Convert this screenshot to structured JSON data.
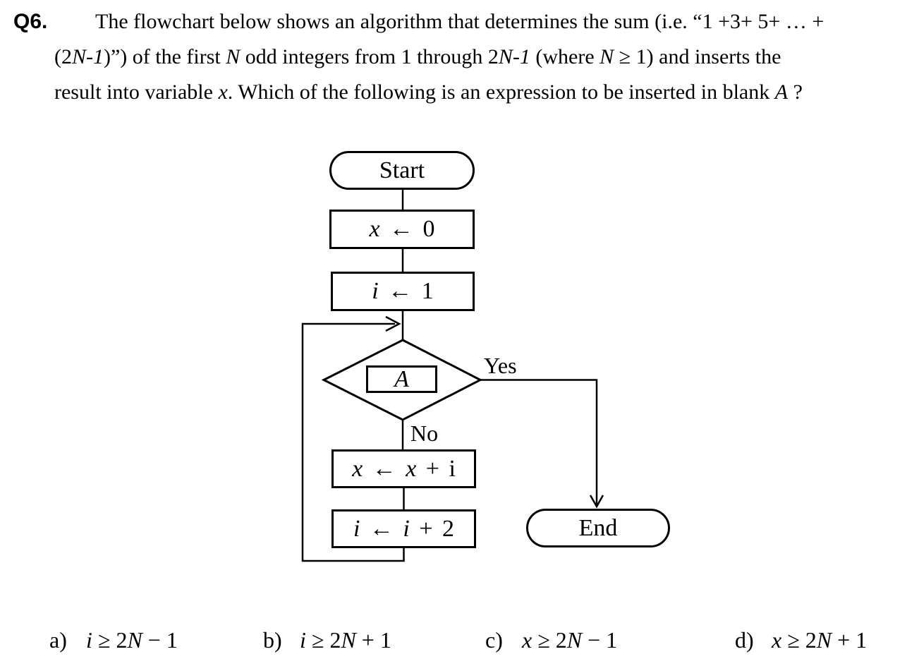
{
  "page": {
    "background": "#ffffff",
    "ink_color": "#000000"
  },
  "question": {
    "number": "Q6.",
    "lines": [
      [
        {
          "t": "The flowchart below shows an algorithm that determines the sum (i.e. “1 +3+ 5+ … +",
          "i": 0
        }
      ],
      [
        {
          "t": "(2",
          "i": 0
        },
        {
          "t": "N-1",
          "i": 1
        },
        {
          "t": ")”) of the first ",
          "i": 0
        },
        {
          "t": "N",
          "i": 1
        },
        {
          "t": " odd integers from 1 through 2",
          "i": 0
        },
        {
          "t": "N-1",
          "i": 1
        },
        {
          "t": " (where ",
          "i": 0
        },
        {
          "t": "N",
          "i": 1
        },
        {
          "t": " ≥ 1) and inserts the",
          "i": 0
        }
      ],
      [
        {
          "t": "result into variable ",
          "i": 0
        },
        {
          "t": "x",
          "i": 1
        },
        {
          "t": ". Which of the following is an expression to be inserted in blank ",
          "i": 0
        },
        {
          "t": "A",
          "i": 1
        },
        {
          "t": " ?",
          "i": 0
        }
      ]
    ]
  },
  "flowchart": {
    "nodes": {
      "start": {
        "label": "Start"
      },
      "assign_x_zero": {
        "segments": [
          {
            "t": "x",
            "i": 1
          },
          {
            "t": " ← 0",
            "i": 0
          }
        ]
      },
      "assign_i_one": {
        "segments": [
          {
            "t": "i",
            "i": 1
          },
          {
            "t": " ← 1",
            "i": 0
          }
        ]
      },
      "decision_blank": {
        "label": "A"
      },
      "assign_x_plus_i": {
        "segments": [
          {
            "t": "x",
            "i": 1
          },
          {
            "t": " ← ",
            "i": 0
          },
          {
            "t": "x",
            "i": 1
          },
          {
            "t": " + i",
            "i": 0
          }
        ]
      },
      "assign_i_plus_two": {
        "segments": [
          {
            "t": "i",
            "i": 1
          },
          {
            "t": " ← ",
            "i": 0
          },
          {
            "t": "i",
            "i": 1
          },
          {
            "t": " + 2",
            "i": 0
          }
        ]
      },
      "end": {
        "label": "End"
      }
    },
    "edge_labels": {
      "yes": "Yes",
      "no": "No"
    },
    "edges": [
      {
        "from": "start",
        "to": "assign_x_zero",
        "label": ""
      },
      {
        "from": "assign_x_zero",
        "to": "assign_i_one",
        "label": ""
      },
      {
        "from": "assign_i_one",
        "to": "decision_blank",
        "label": ""
      },
      {
        "from": "decision_blank",
        "to": "end",
        "label": "Yes"
      },
      {
        "from": "decision_blank",
        "to": "assign_x_plus_i",
        "label": "No"
      },
      {
        "from": "assign_x_plus_i",
        "to": "assign_i_plus_two",
        "label": ""
      },
      {
        "from": "assign_i_plus_two",
        "to": "decision_blank",
        "label": "loop back"
      }
    ]
  },
  "answers": [
    {
      "label": "a)",
      "segments": [
        {
          "t": "i",
          "i": 1
        },
        {
          "t": " ≥ 2",
          "i": 0
        },
        {
          "t": "N",
          "i": 1
        },
        {
          "t": " − 1",
          "i": 0
        }
      ]
    },
    {
      "label": "b)",
      "segments": [
        {
          "t": "i",
          "i": 1
        },
        {
          "t": " ≥ 2",
          "i": 0
        },
        {
          "t": "N",
          "i": 1
        },
        {
          "t": " + 1",
          "i": 0
        }
      ]
    },
    {
      "label": "c)",
      "segments": [
        {
          "t": "x",
          "i": 1
        },
        {
          "t": " ≥ 2",
          "i": 0
        },
        {
          "t": "N",
          "i": 1
        },
        {
          "t": " − 1",
          "i": 0
        }
      ]
    },
    {
      "label": "d)",
      "segments": [
        {
          "t": "x",
          "i": 1
        },
        {
          "t": " ≥ 2",
          "i": 0
        },
        {
          "t": "N",
          "i": 1
        },
        {
          "t": " + 1",
          "i": 0
        }
      ]
    }
  ]
}
